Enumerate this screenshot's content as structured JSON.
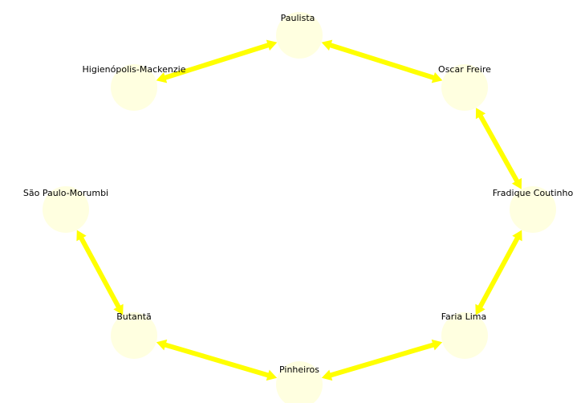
{
  "colors": {
    "node_fill": "#ffffe0",
    "edge": "#ffff00",
    "label": "#000000",
    "background": "#ffffff"
  },
  "nodes": [
    {
      "id": "paulista",
      "label": "Paulista"
    },
    {
      "id": "oscar-freire",
      "label": "Oscar Freire"
    },
    {
      "id": "fradique-coutinho",
      "label": "Fradique Coutinho"
    },
    {
      "id": "faria-lima",
      "label": "Faria Lima"
    },
    {
      "id": "pinheiros",
      "label": "Pinheiros"
    },
    {
      "id": "butanta",
      "label": "Butantã"
    },
    {
      "id": "sao-paulo-morumbi",
      "label": "São Paulo-Morumbi"
    },
    {
      "id": "higienopolis-mackenzie",
      "label": "Higienópolis-Mackenzie"
    }
  ],
  "edges": [
    {
      "from": "higienopolis-mackenzie",
      "to": "paulista",
      "bidirectional": true
    },
    {
      "from": "paulista",
      "to": "oscar-freire",
      "bidirectional": true
    },
    {
      "from": "oscar-freire",
      "to": "fradique-coutinho",
      "bidirectional": true
    },
    {
      "from": "fradique-coutinho",
      "to": "faria-lima",
      "bidirectional": true
    },
    {
      "from": "faria-lima",
      "to": "pinheiros",
      "bidirectional": true
    },
    {
      "from": "pinheiros",
      "to": "butanta",
      "bidirectional": true
    },
    {
      "from": "butanta",
      "to": "sao-paulo-morumbi",
      "bidirectional": true
    }
  ]
}
